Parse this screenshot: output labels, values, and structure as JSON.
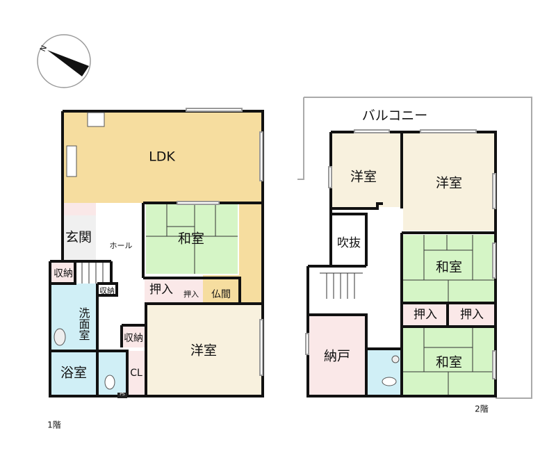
{
  "colors": {
    "ldk": "#f6dd9f",
    "washitsu": "#d5f5c6",
    "youshitsu": "#f8f1de",
    "storage": "#fae8e8",
    "wet": "#d0eff6",
    "hall": "#ffffff"
  },
  "compass": {
    "label": "N",
    "icon": "north-arrow-icon"
  },
  "floor1": {
    "label": "1階",
    "rooms": {
      "ldk": "LDK",
      "genkan": "玄関",
      "hall": "ホール",
      "washitsu": "和室",
      "shuno1": "収納",
      "shuno2": "収納",
      "shuno3": "収納",
      "senmen": "洗面室",
      "yokushitsu": "浴室",
      "cl": "CL",
      "youshitsu": "洋室",
      "oshiire1": "押入",
      "oshiire2": "押入",
      "butsuma": "仏間",
      "ps": "PS"
    }
  },
  "floor2": {
    "label": "2階",
    "rooms": {
      "balcony": "バルコニー",
      "youshitsu1": "洋室",
      "youshitsu2": "洋室",
      "fukinuke": "吹抜",
      "washitsu1": "和室",
      "washitsu2": "和室",
      "oshiire1": "押入",
      "oshiire2": "押入",
      "nando": "納戸"
    }
  }
}
